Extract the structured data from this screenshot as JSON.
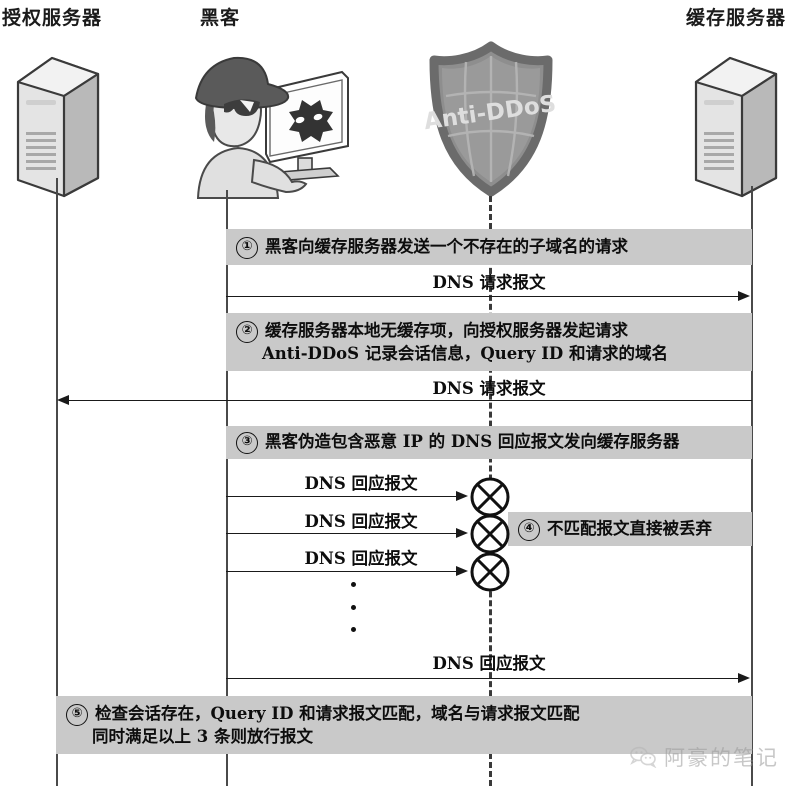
{
  "diagram": {
    "title": "Anti-DDoS DNS cache poisoning defense sequence",
    "actors": [
      {
        "id": "auth",
        "label": "授权服务器",
        "icon": "server-tower-icon"
      },
      {
        "id": "hacker",
        "label": "黑客",
        "icon": "hacker-with-monitor-icon"
      },
      {
        "id": "shield",
        "label": "",
        "icon": "anti-ddos-shield-icon"
      },
      {
        "id": "cache",
        "label": "缓存服务器",
        "icon": "server-tower-icon"
      }
    ],
    "shield_text": "Anti-DDoS",
    "steps": [
      {
        "num": "①",
        "lines": [
          "黑客向缓存服务器发送一个不存在的子域名的请求"
        ]
      },
      {
        "num": "②",
        "lines": [
          "缓存服务器本地无缓存项，向授权服务器发起请求",
          "Anti-DDoS 记录会话信息，Query ID 和请求的域名"
        ]
      },
      {
        "num": "③",
        "lines": [
          "黑客伪造包含恶意 IP 的 DNS 回应报文发向缓存服务器"
        ]
      },
      {
        "num": "④",
        "lines": [
          "不匹配报文直接被丢弃"
        ]
      },
      {
        "num": "⑤",
        "lines": [
          "检查会话存在，Query ID 和请求报文匹配，域名与请求报文匹配",
          "同时满足以上 3 条则放行报文"
        ]
      }
    ],
    "messages": [
      {
        "id": "m1",
        "label": "DNS 请求报文",
        "direction": "right"
      },
      {
        "id": "m2",
        "label": "DNS 请求报文",
        "direction": "left"
      },
      {
        "id": "m3",
        "label": "DNS 回应报文",
        "direction": "right",
        "blocked": true
      },
      {
        "id": "m4",
        "label": "DNS 回应报文",
        "direction": "right",
        "blocked": true
      },
      {
        "id": "m5",
        "label": "DNS 回应报文",
        "direction": "right",
        "blocked": true
      },
      {
        "id": "m6",
        "label": "DNS 回应报文",
        "direction": "right"
      }
    ],
    "ellipsis": "⋮",
    "watermark": {
      "text": "阿豪的笔记",
      "icon": "wechat-icon"
    },
    "colors": {
      "band": "#c9c9c9",
      "line": "#1a1a1a",
      "lifeline": "#4a4a4a",
      "ink": "#0d0d0d"
    }
  }
}
